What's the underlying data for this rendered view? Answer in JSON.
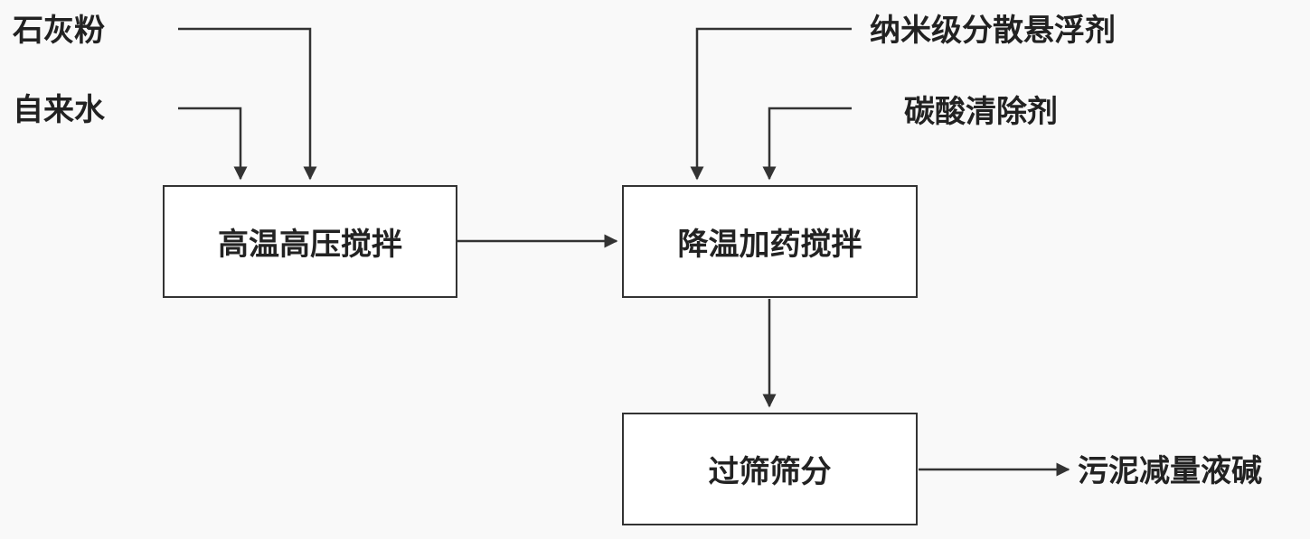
{
  "inputs": {
    "lime_powder": "石灰粉",
    "tap_water": "自来水",
    "nano_dispersant": "纳米级分散悬浮剂",
    "carbonate_remover": "碳酸清除剂"
  },
  "steps": {
    "step1": "高温高压搅拌",
    "step2": "降温加药搅拌",
    "step3": "过筛筛分"
  },
  "output": {
    "product": "污泥减量液碱"
  }
}
